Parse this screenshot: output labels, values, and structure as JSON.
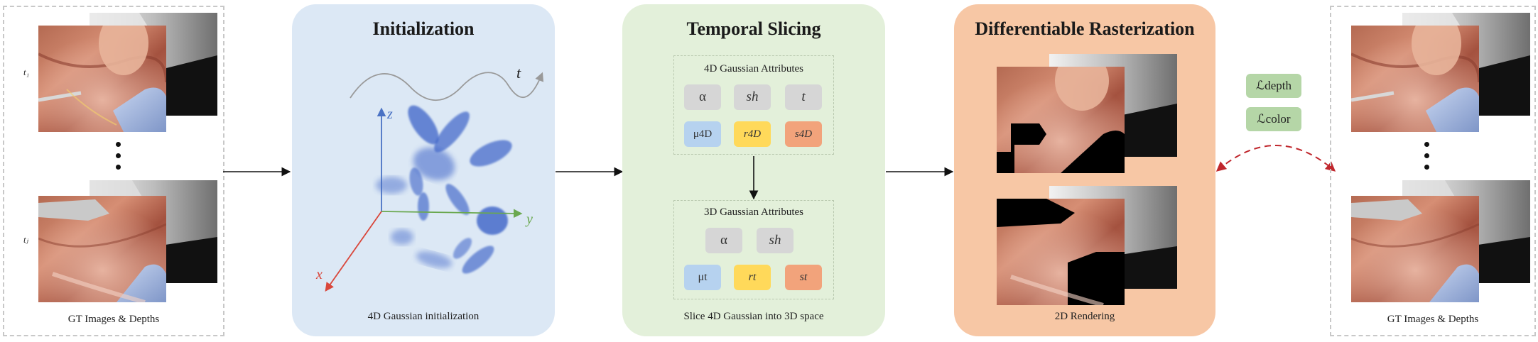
{
  "colors": {
    "init_bg": "#dce8f5",
    "slice_bg": "#e3f0da",
    "raster_bg": "#f7c7a5",
    "axis_x": "#d9463a",
    "axis_y": "#6aa84f",
    "axis_z": "#4a72c4",
    "loss_arrow": "#c0272d",
    "gaussian": "#3c63c8"
  },
  "left_panel": {
    "t1_label": "t₁",
    "tj_label": "tⱼ",
    "caption": "GT Images & Depths"
  },
  "initialization": {
    "title": "Initialization",
    "t_label": "t",
    "z_label": "z",
    "y_label": "y",
    "x_label": "x",
    "caption": "4D Gaussian initialization"
  },
  "temporal_slicing": {
    "title": "Temporal Slicing",
    "group4d": {
      "title": "4D Gaussian Attributes",
      "alpha": "α",
      "sh": "sh",
      "t": "t",
      "mu": "μ4D",
      "r": "r4D",
      "s": "s4D"
    },
    "group3d": {
      "title": "3D Gaussian Attributes",
      "alpha": "α",
      "sh": "sh",
      "mu": "μt",
      "r": "rt",
      "s": "st"
    },
    "caption": "Slice 4D Gaussian into 3D space"
  },
  "rasterization": {
    "title": "Differentiable Rasterization",
    "caption": "2D Rendering"
  },
  "losses": {
    "depth": "ℒdepth",
    "color": "ℒcolor"
  },
  "right_panel": {
    "caption": "GT Images & Depths"
  }
}
